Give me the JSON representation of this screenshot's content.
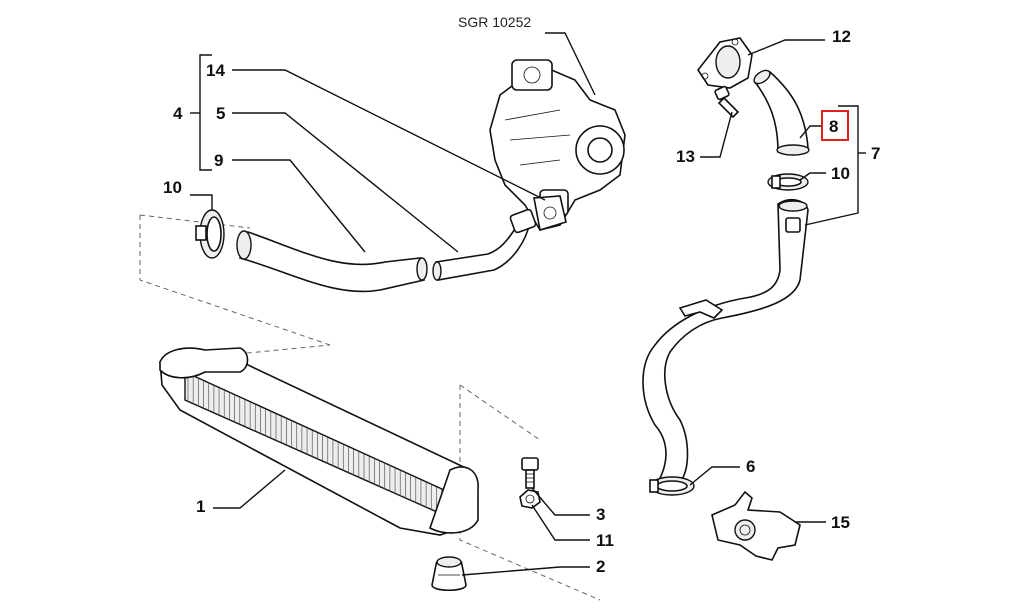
{
  "reference": "SGR 10252",
  "callouts": {
    "c1": "1",
    "c2": "2",
    "c3": "3",
    "c4": "4",
    "c5": "5",
    "c6": "6",
    "c7": "7",
    "c8": "8",
    "c9": "9",
    "c10a": "10",
    "c10b": "10",
    "c11": "11",
    "c12": "12",
    "c13": "13",
    "c14": "14",
    "c15": "15"
  },
  "highlight": {
    "part": "8",
    "color": "#e0201b"
  }
}
